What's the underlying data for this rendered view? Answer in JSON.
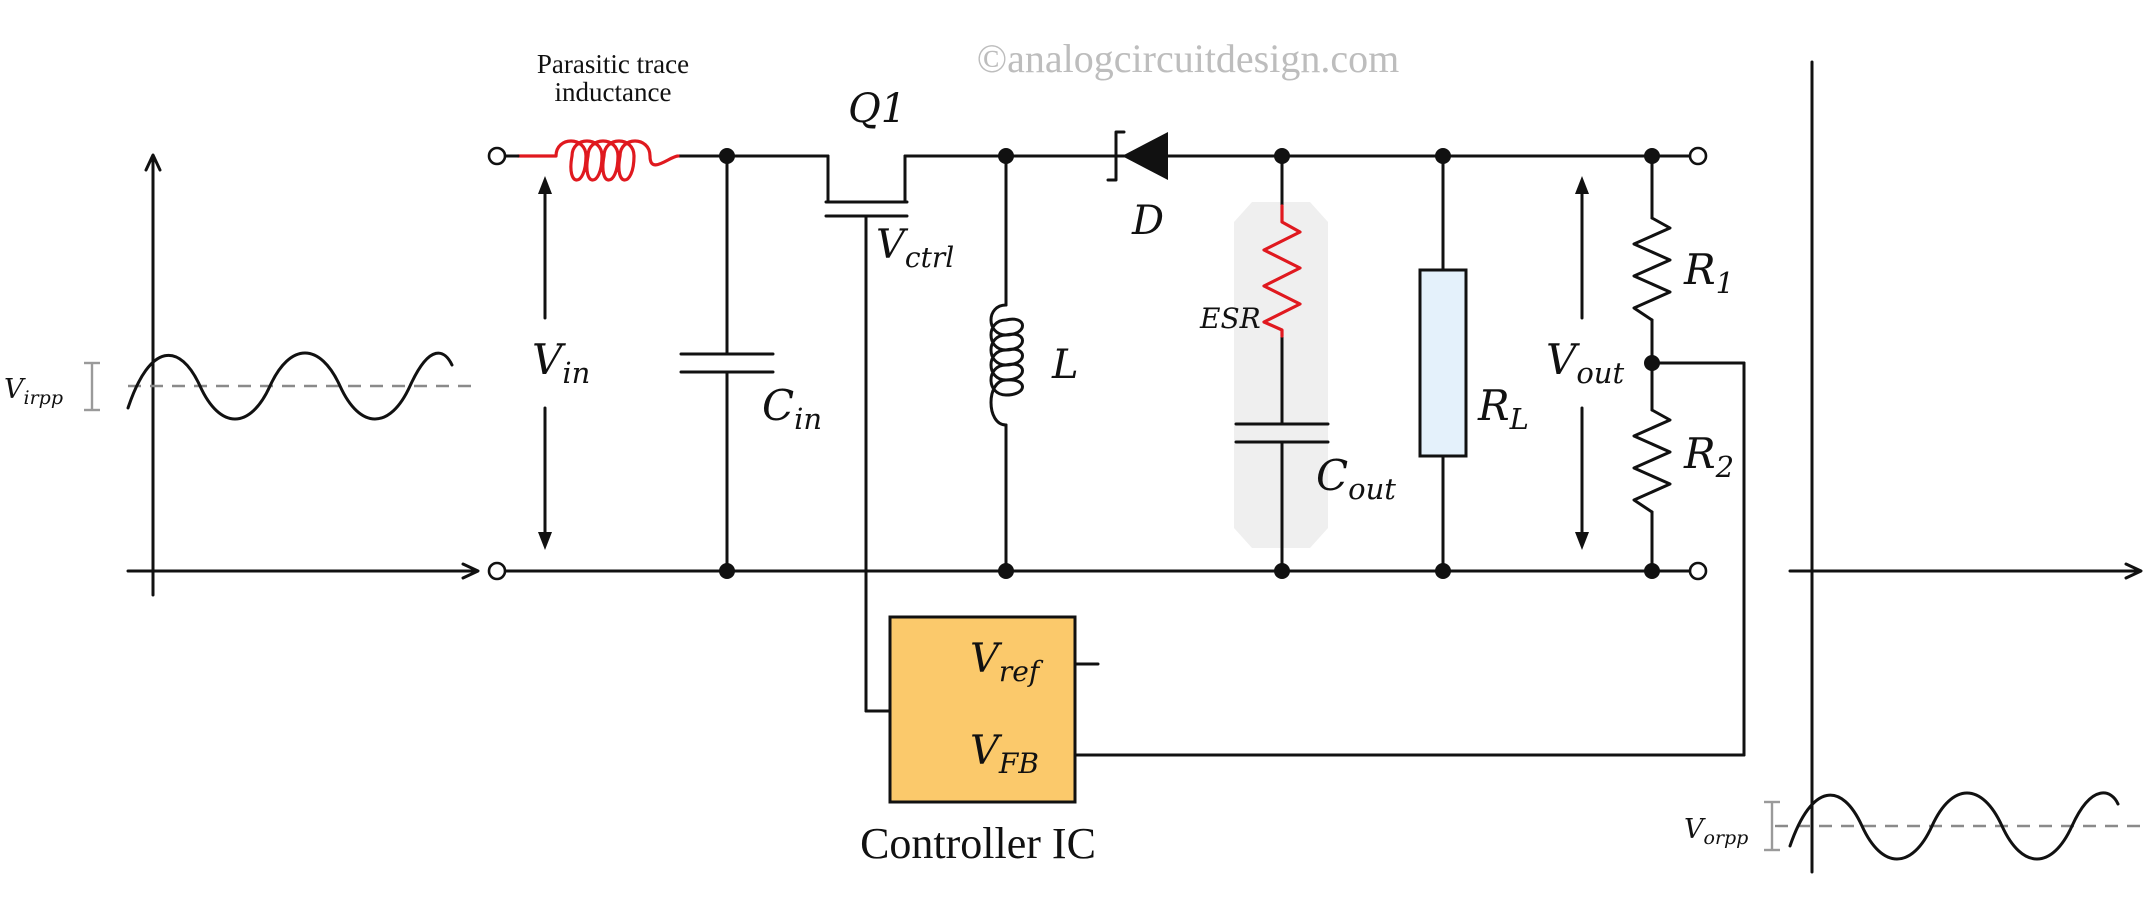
{
  "watermark": "©analogcircuitdesign.com",
  "labels": {
    "parasitic_line1": "Parasitic trace",
    "parasitic_line2": "inductance",
    "q1": "Q1",
    "vctrl": {
      "main": "V",
      "sub": "ctrl"
    },
    "d": "D",
    "l": "L",
    "esr": "ESR",
    "vin": {
      "main": "V",
      "sub": "in"
    },
    "cin": {
      "main": "C",
      "sub": "in"
    },
    "cout": {
      "main": "C",
      "sub": "out"
    },
    "rl": {
      "main": "R",
      "sub": "L"
    },
    "vout": {
      "main": "V",
      "sub": "out"
    },
    "r1": {
      "main": "R",
      "sub": "1"
    },
    "r2": {
      "main": "R",
      "sub": "2"
    },
    "vref": {
      "main": "V",
      "sub": "ref"
    },
    "vfb": {
      "main": "V",
      "sub": "FB"
    },
    "controller": "Controller IC",
    "virpp": {
      "main": "V",
      "sub": "irpp"
    },
    "vorpp": {
      "main": "V",
      "sub": "orpp"
    }
  },
  "colors": {
    "wire": "#111111",
    "parasitic": "#e0191f",
    "controller_fill": "#fbc96b",
    "load_fill": "#e4f1fb",
    "esr_highlight": "#efefef",
    "watermark": "#bdbdbd",
    "ripple_marker": "#9a9a9a"
  }
}
